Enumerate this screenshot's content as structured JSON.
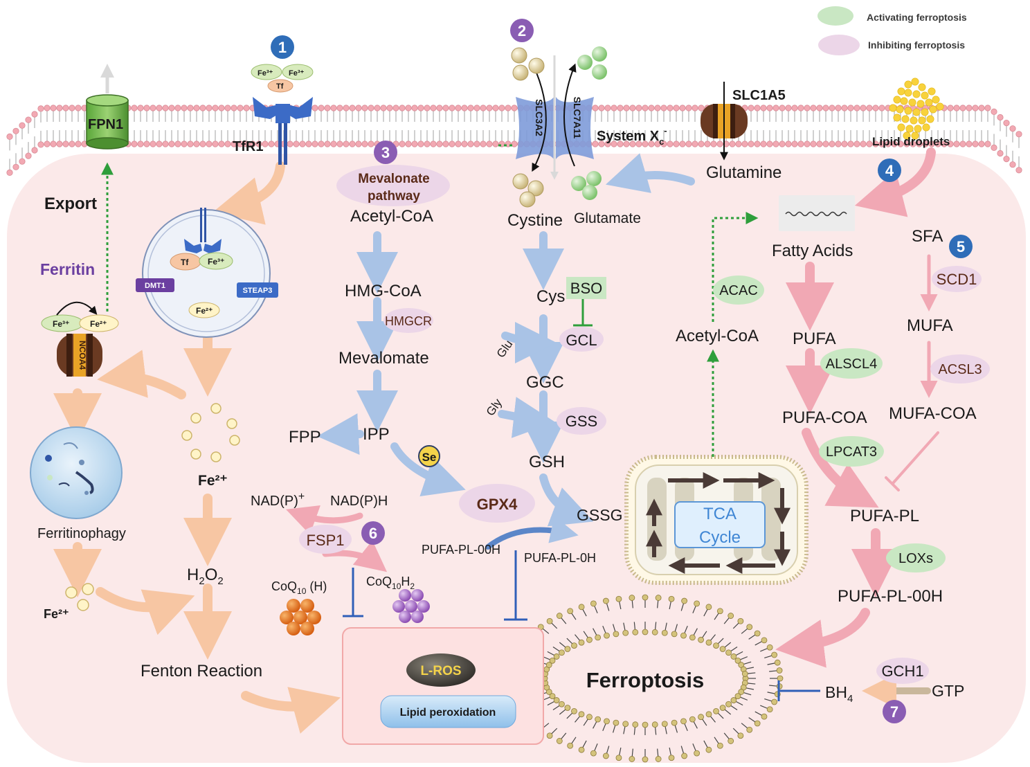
{
  "legend": {
    "activating": "Activating ferroptosis",
    "inhibiting": "Inhibiting ferroptosis",
    "activating_color": "#c9e7c3",
    "inhibiting_color": "#ecd6e8"
  },
  "colors": {
    "cell": "#fbe9e9",
    "pathway_blue": "#a9c3e6",
    "pathway_orange": "#f7c6a3",
    "pathway_pink": "#f1a8b4",
    "activation_green": "#2e9e3b",
    "inhibition_blue": "#2f5fb8"
  },
  "badges": [
    "1",
    "2",
    "3",
    "4",
    "5",
    "6",
    "7"
  ],
  "iron": {
    "fpn1": "FPN1",
    "tfr1": "TfR1",
    "tf": "Tf",
    "fe3": "Fe³⁺",
    "fe2": "Fe²⁺",
    "export": "Export",
    "ferritin": "Ferritin",
    "dmt1": "DMT1",
    "steap3": "STEAP3",
    "ncoa4": "NCOA4",
    "ferritinophagy": "Ferritinophagy",
    "fe2_pool": "Fe²⁺",
    "fe2_small": "Fe²⁺",
    "h2o2_main": "H",
    "h2o2_sub": "2",
    "h2o2_o": "O",
    "h2o2_sub2": "2",
    "fenton": "Fenton Reaction"
  },
  "mevalonate": {
    "pathway_1": "Mevalonate",
    "pathway_2": "pathway",
    "acetyl": "Acetyl-CoA",
    "hmg": "HMG-CoA",
    "hmgcr": "HMGCR",
    "mevalomate": "Mevalomate",
    "ipp": "IPP",
    "fpp": "FPP",
    "se": "Se"
  },
  "system_xc": {
    "slc3a2": "SLC3A2",
    "slc7a11": "SLC7A11",
    "label": "System X",
    "sub": "c",
    "sup": "-",
    "cystine": "Cystine",
    "glutamate": "Glutamate",
    "cys": "Cys",
    "bso": "BSO",
    "gcl": "GCL",
    "glu": "Glu",
    "ggc": "GGC",
    "gly": "Gly",
    "gss": "GSS",
    "gsh": "GSH",
    "gssg": "GSSG",
    "gpx4": "GPX4",
    "pufa_pl_ooh": "PUFA-PL-00H",
    "pufa_pl_oh": "PUFA-PL-0H"
  },
  "fsp1": {
    "nadp_plus": "NAD(P)",
    "plus": "+",
    "nadph": "NAD(P)H",
    "fsp1": "FSP1",
    "coq_h": "CoQ",
    "coq_h_sub": "10",
    "coq_h_tail": " (H)",
    "coqh2": "CoQ",
    "coqh2_sub": "10",
    "coqh2_h": "H",
    "coqh2_sub2": "2"
  },
  "glutamine": {
    "slc1a5": "SLC1A5",
    "glutamine": "Glutamine",
    "acetyl": "Acetyl-CoA",
    "acac": "ACAC",
    "tca_1": "TCA",
    "tca_2": "Cycle"
  },
  "lipid": {
    "droplets": "Lipid droplets",
    "fatty_acids": "Fatty Acids",
    "sfa": "SFA",
    "scd1": "SCD1",
    "mufa": "MUFA",
    "acsl3": "ACSL3",
    "mufa_coa": "MUFA-COA",
    "pufa": "PUFA",
    "alscl4": "ALSCL4",
    "pufa_coa": "PUFA-COA",
    "lpcat3": "LPCAT3",
    "pufa_pl": "PUFA-PL",
    "loxs": "LOXs",
    "pufa_pl_ooh": "PUFA-PL-00H"
  },
  "outcome": {
    "lros": "L-ROS",
    "lipid_perox": "Lipid peroxidation",
    "ferroptosis": "Ferroptosis",
    "gch1": "GCH1",
    "gtp": "GTP",
    "bh4": "BH",
    "bh4_sub": "4"
  }
}
